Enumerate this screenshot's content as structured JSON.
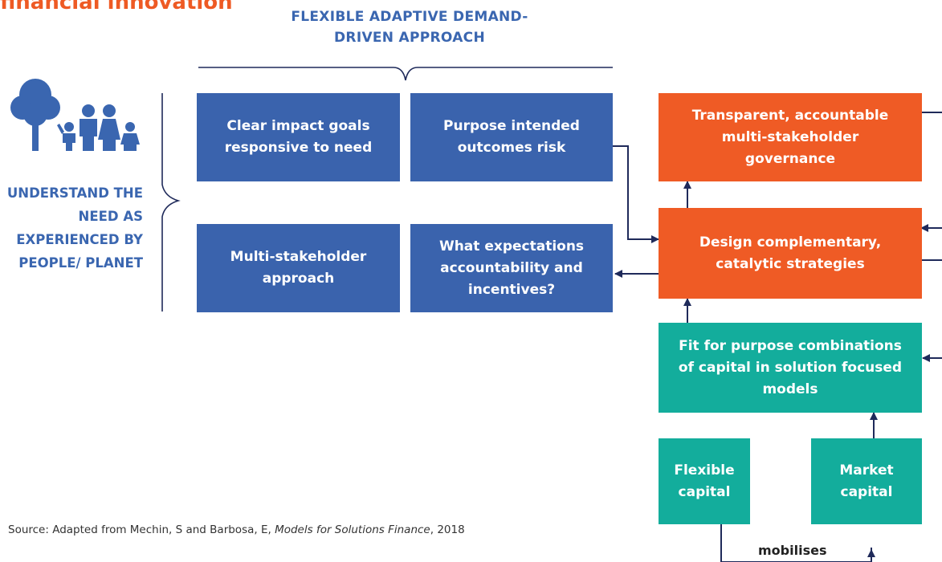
{
  "header": {
    "title_fragment": "financial innovation",
    "heading": "FLEXIBLE ADAPTIVE DEMAND-DRIVEN APPROACH"
  },
  "left": {
    "need_text": "UNDERSTAND THE NEED AS EXPERIENCED BY PEOPLE/ PLANET",
    "icon": "people-planet-icon"
  },
  "boxes": {
    "clear_impact": "Clear impact goals responsive to need",
    "purpose_intended": "Purpose intended outcomes risk",
    "multi_stakeholder": "Multi-stakeholder approach",
    "expectations": "What expectations accountability and incentives?",
    "transparent": "Transparent, accountable multi-stakeholder governance",
    "design": "Design complementary, catalytic strategies",
    "fit_for_purpose": "Fit for purpose combinations of capital in solution focused models",
    "flexible_capital": "Flexible capital",
    "market_capital": "Market capital"
  },
  "connector_label": "mobilises",
  "source": {
    "prefix": "Source: Adapted from Mechin, S and Barbosa, E, ",
    "title": "Models for Solutions Finance",
    "suffix": ", 2018"
  },
  "colors": {
    "blue": "#3a63ad",
    "orange": "#ef5b25",
    "teal": "#13ad9c",
    "heading_blue": "#3a66b0",
    "arrow": "#1f2a5a"
  }
}
